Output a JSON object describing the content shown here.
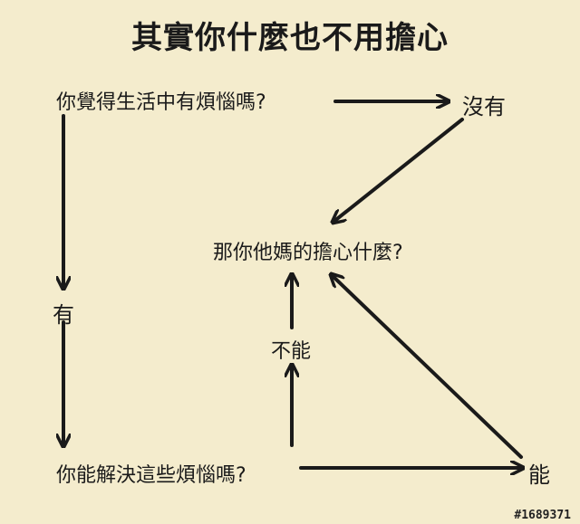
{
  "title": "其實你什麼也不用擔心",
  "nodes": {
    "question_troubles": "你覺得生活中有煩惱嗎?",
    "answer_no": "沒有",
    "worry_what": "那你他媽的擔心什麼?",
    "answer_yes": "有",
    "question_solve": "你能解決這些煩惱嗎?",
    "answer_cannot": "不能",
    "answer_can": "能"
  },
  "watermark": "#1689371",
  "colors": {
    "background": "#f4eccd",
    "ink": "#1a1a1a"
  }
}
